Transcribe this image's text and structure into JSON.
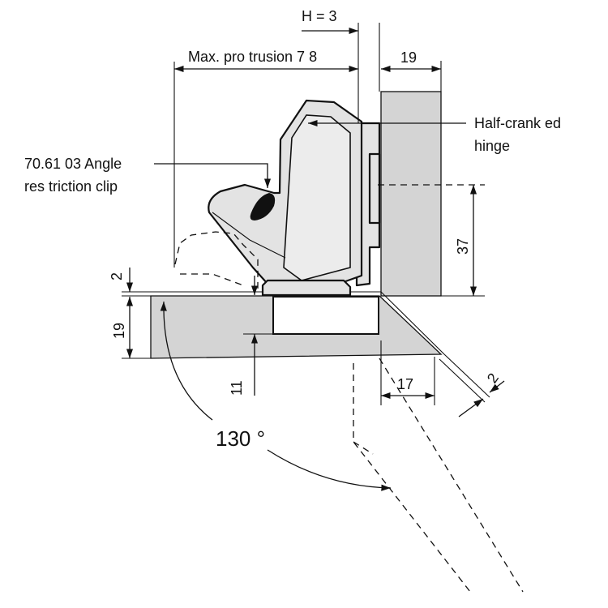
{
  "labels": {
    "h_offset": "H = 3",
    "max_protrusion": "Max. pro trusion 7 8",
    "side_thickness": "19",
    "hinge_line1": "Half-crank ed",
    "hinge_line2": "hinge",
    "clip_line1": "70.61 03  Angle",
    "clip_line2": "res triction clip",
    "gap_top": "2",
    "door_thickness": "19",
    "dim_37": "37",
    "dim_11": "11",
    "dim_17": "17",
    "dim_2_right": "2",
    "angle": "130 °"
  },
  "colors": {
    "panel_fill": "#d4d4d4",
    "hinge_fill": "#e3e3e3",
    "line": "#111111"
  }
}
